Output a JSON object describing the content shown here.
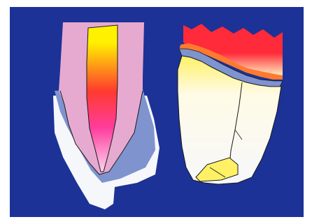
{
  "diagram": {
    "colors": {
      "frame": "#ffffff",
      "background": "#1c3296",
      "outline": "#1a1a1a",
      "enamel": "#f6f7fb",
      "cementum": "#7f93cf",
      "dentin": "#e6aad0",
      "pulp_top": "#fff100",
      "pulp_mid": "#ff3a2e",
      "pulp_low": "#ff3c9c",
      "pulp_bottom": "#fcd4ee",
      "gradient_top": "#ff2a3a",
      "gradient_bottom": "#fff6c2",
      "crown_light": "#fffbe6",
      "fill_yellow": "#fff066"
    },
    "figures": [
      {
        "name": "left-tooth-section",
        "layers": [
          "enamel",
          "cementum",
          "dentin",
          "pulp"
        ]
      },
      {
        "name": "right-block-section",
        "layers": [
          "serrated-gradient",
          "cementum-band",
          "crown-body",
          "crack-line",
          "yellow-fill"
        ]
      }
    ]
  }
}
